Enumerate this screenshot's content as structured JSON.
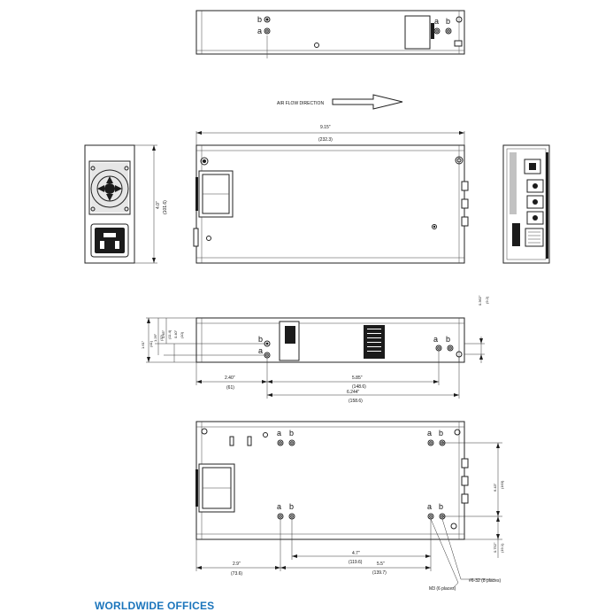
{
  "views": {
    "top": {
      "labels": [
        "b",
        "a",
        "a",
        "b"
      ]
    },
    "airflow": {
      "label": "AIR FLOW DIRECTION"
    },
    "front": {
      "length_in": "9.15\"",
      "length_mm": "(232.3)",
      "height_in": "4.0\"",
      "height_mm": "(101.6)"
    },
    "side": {
      "labels": [
        "b",
        "a",
        "a",
        "b"
      ],
      "dims": {
        "d1_in": "1.61\"",
        "d1_mm": "(41)",
        "d2_in": "1.26\"",
        "d2_mm": "(32)",
        "d3_in": "0.45\"",
        "d3_mm": "(11.4)",
        "d4_in": "0.40\"",
        "d4_mm": "(10)",
        "d5_in": "0.362\"",
        "d5_mm": "(9.2)",
        "h1_in": "2.40\"",
        "h1_mm": "(61)",
        "h2_in": "5.85\"",
        "h2_mm": "(148.6)",
        "h3_in": "6.244\"",
        "h3_mm": "(158.6)"
      }
    },
    "bottom": {
      "labels": [
        "a",
        "b",
        "a",
        "b",
        "a",
        "b",
        "a",
        "b"
      ],
      "dims": {
        "h1_in": "2.9\"",
        "h1_mm": "(73.6)",
        "h2_in": "4.7\"",
        "h2_mm": "(119.6)",
        "h3_in": "5.5\"",
        "h3_mm": "(139.7)",
        "v1_in": "6.43\"",
        "v1_mm": "(163)",
        "v2_in": "0.752\"",
        "v2_mm": "(19.1)"
      },
      "callouts": {
        "m3": "M3 (6 places)",
        "screw": "#6-32 (8 places)"
      }
    }
  },
  "footer": {
    "title": "WORLDWIDE OFFICES",
    "color": "#1b75bc"
  }
}
